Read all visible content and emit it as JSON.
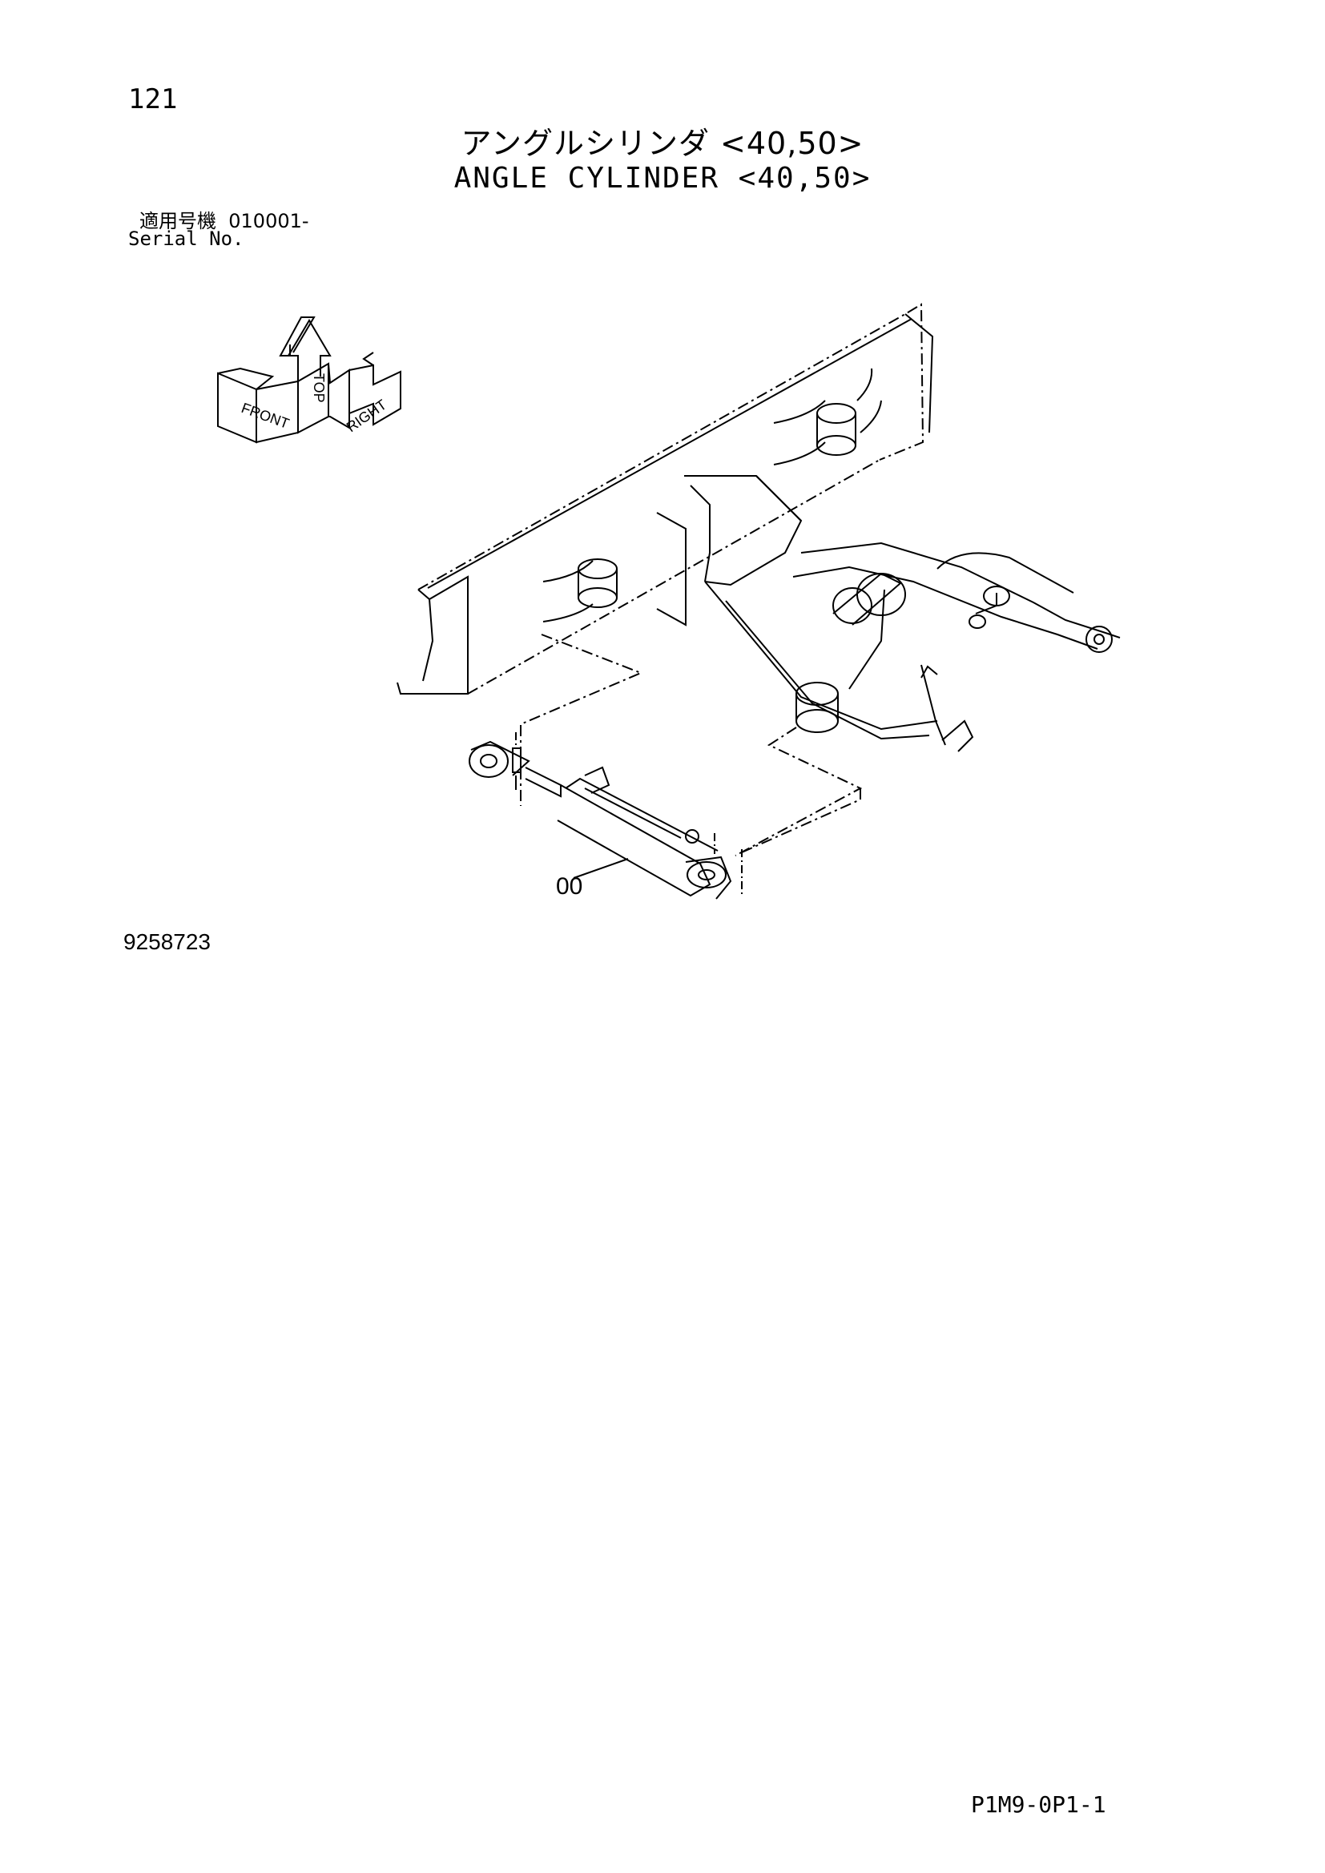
{
  "page": {
    "number": "121",
    "title_jp": "アングルシリンダ <40,50>",
    "title_en": "ANGLE CYLINDER <40,50>",
    "serial_label_jp": "適用号機",
    "serial_value": "010001-",
    "serial_label_en": "Serial No.",
    "illustration_number": "9258723",
    "footer_code": "P1M9-0P1-1"
  },
  "drawing": {
    "callouts": [
      "00"
    ],
    "orientation_labels": {
      "front": "FRONT",
      "top": "TOP",
      "right": "RIGHT"
    }
  }
}
